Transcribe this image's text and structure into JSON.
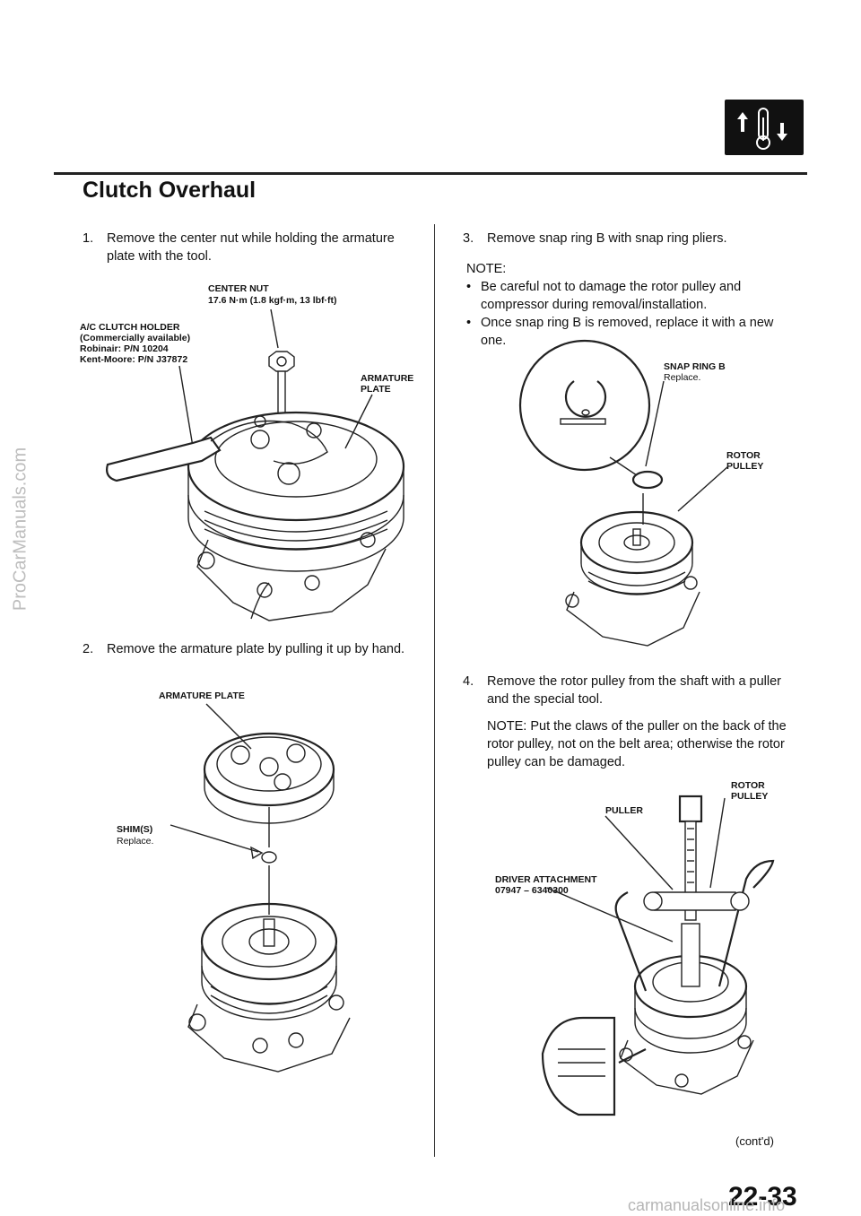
{
  "watermark": "ProCarManuals.com",
  "header": {
    "title": "Clutch Overhaul",
    "section_icon": "thermometer-arrows-icon"
  },
  "left": {
    "step1": {
      "num": "1.",
      "text": "Remove the center nut while holding the armature plate with the tool."
    },
    "fig1": {
      "center_nut": "CENTER NUT",
      "center_nut_torque": "17.6 N·m (1.8 kgf·m, 13 lbf·ft)",
      "holder_l1": "A/C CLUTCH HOLDER",
      "holder_l2": "(Commercially available)",
      "holder_l3": "Robinair: P/N 10204",
      "holder_l4": "Kent-Moore: P/N J37872",
      "armature_l1": "ARMATURE",
      "armature_l2": "PLATE"
    },
    "step2": {
      "num": "2.",
      "text": "Remove the armature plate by pulling it up by hand."
    },
    "fig2": {
      "armature_plate": "ARMATURE PLATE",
      "shims": "SHIM(S)",
      "shims_note": "Replace."
    }
  },
  "right": {
    "step3": {
      "num": "3.",
      "text": "Remove snap ring B with snap ring pliers."
    },
    "note_head": "NOTE:",
    "notes": [
      "Be careful not to damage the rotor pulley and compressor during removal/installation.",
      "Once snap ring B is removed, replace it with a new one."
    ],
    "fig3": {
      "snap_ring": "SNAP RING B",
      "snap_ring_note": "Replace.",
      "rotor_l1": "ROTOR",
      "rotor_l2": "PULLEY"
    },
    "step4": {
      "num": "4.",
      "text": "Remove the rotor pulley from the shaft with a puller and the special tool."
    },
    "note4": "NOTE: Put the claws of the puller on the back of the rotor pulley, not on the belt area; otherwise the rotor pulley can be damaged.",
    "fig4": {
      "rotor_l1": "ROTOR",
      "rotor_l2": "PULLEY",
      "puller": "PULLER",
      "driver_l1": "DRIVER ATTACHMENT",
      "driver_l2": "07947 – 6340300"
    },
    "contd": "(cont'd)"
  },
  "page_number": "22-33",
  "footer": "carmanualsonline.info"
}
